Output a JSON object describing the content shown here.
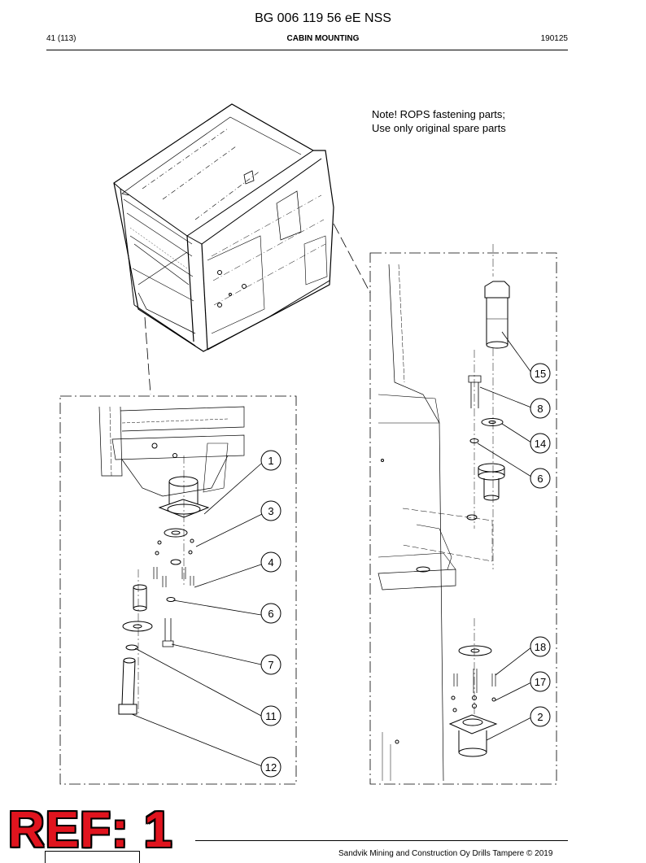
{
  "header": {
    "doc_code": "BG 006 119 56 eE NSS",
    "page": "41 (113)",
    "section": "CABIN MOUNTING",
    "date": "190125"
  },
  "note": {
    "line1": "Note! ROPS fastening parts;",
    "line2": "Use only original spare parts"
  },
  "callouts_left": [
    "1",
    "3",
    "4",
    "6",
    "7",
    "11",
    "12"
  ],
  "callouts_right": [
    "15",
    "8",
    "14",
    "6",
    "18",
    "17",
    "2"
  ],
  "stamp": "REF: 1",
  "footer": "Sandvik Mining and Construction Oy Drills Tampere © 2019"
}
